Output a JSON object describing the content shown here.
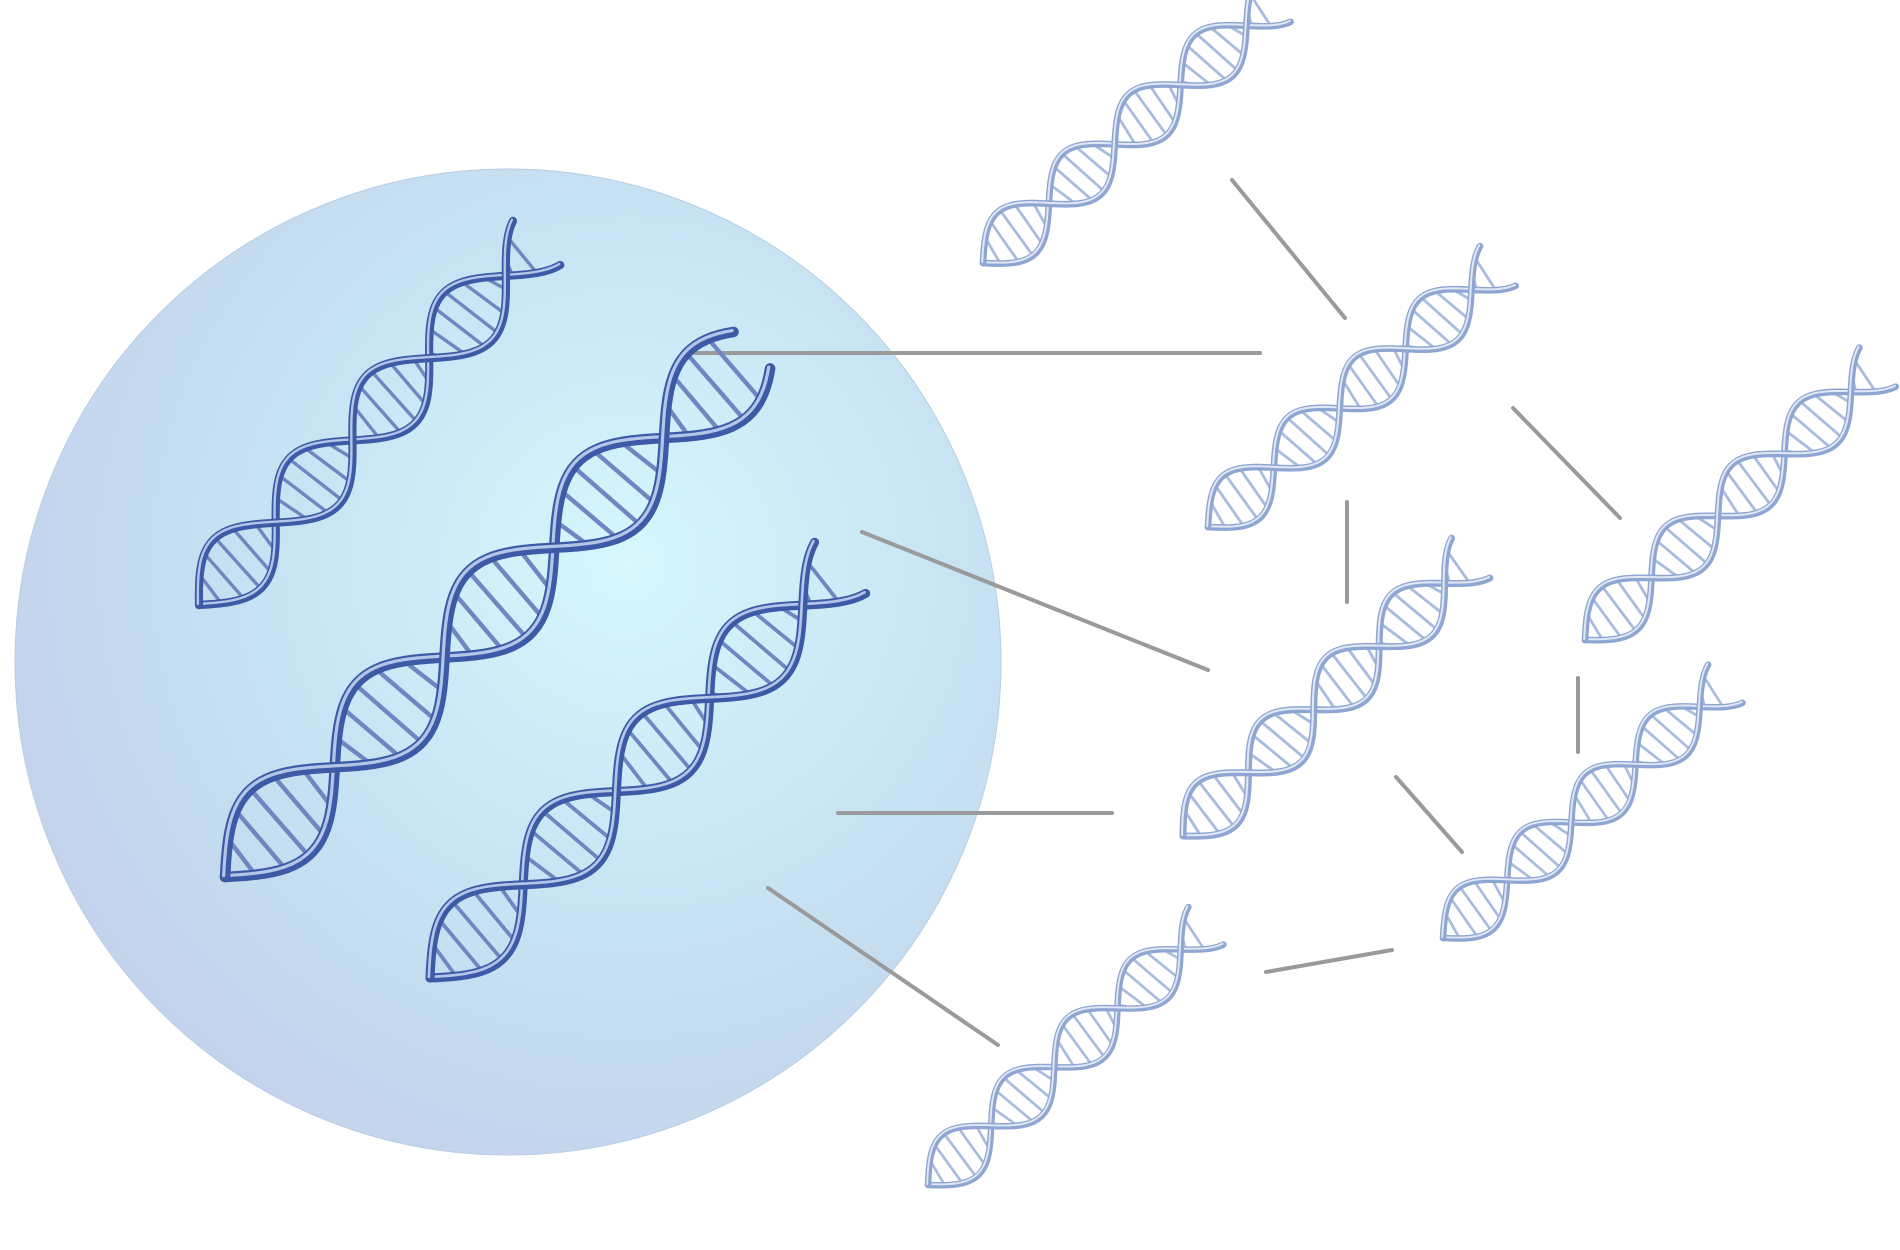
{
  "diagram": {
    "nucleus": {
      "center_color": "#d6f7fd",
      "mid_color": "#c7e3f3",
      "edge_color": "#c3d3ec",
      "outline_color": "#b9cde3"
    },
    "helix_palette": {
      "inside_strand": "#3d5aa6",
      "inside_highlight": "#c8d8f5",
      "inside_rung": "#6f86c2",
      "outside_strand": "#8fa6d2",
      "outside_highlight": "#eef3fb",
      "outside_rung": "#a9bcdf"
    },
    "connector_color": "#9a9a9a",
    "helices": [
      {
        "name": "inside-top"
      },
      {
        "name": "inside-middle"
      },
      {
        "name": "inside-bottom"
      },
      {
        "name": "outside-top"
      },
      {
        "name": "outside-upper-middle"
      },
      {
        "name": "outside-far-right"
      },
      {
        "name": "outside-center"
      },
      {
        "name": "outside-lower-right"
      },
      {
        "name": "outside-bottom"
      }
    ],
    "connector_count": 10
  }
}
